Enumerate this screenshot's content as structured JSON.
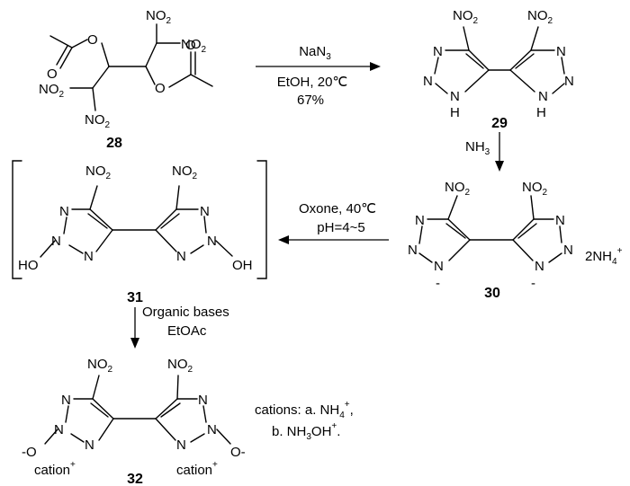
{
  "compounds": {
    "c28": {
      "number": "28"
    },
    "c29": {
      "number": "29"
    },
    "c30": {
      "number": "30",
      "counter_ion": "2NH",
      "counter_sub": "4",
      "counter_sup": "+"
    },
    "c31": {
      "number": "31"
    },
    "c32": {
      "number": "32"
    }
  },
  "atoms": {
    "no2": "NO",
    "no2_sub": "2",
    "n": "N",
    "nh": "N",
    "h": "H",
    "ho": "HO",
    "oh": "OH",
    "o": "O",
    "o_minus_left": "-O",
    "o_minus_right": "O-",
    "minus": "-",
    "cation": "cation",
    "cation_sup": "+"
  },
  "reactions": {
    "r1": {
      "reagent_main": "NaN",
      "reagent_sub": "3",
      "conditions": "EtOH, 20℃",
      "yield": "67%"
    },
    "r2": {
      "reagent_main": "NH",
      "reagent_sub": "3"
    },
    "r3": {
      "reagent": "Oxone, 40℃",
      "conditions": "pH=4~5"
    },
    "r4": {
      "reagent": "Organic bases",
      "solvent": "EtOAc"
    }
  },
  "cations_note": {
    "line1_main": "cations: a. NH",
    "line1_sub": "4",
    "line1_sup": "+",
    "line1_tail": ",",
    "line2_main": "b. NH",
    "line2_sub": "3",
    "line2_mid": "OH",
    "line2_sup": "+",
    "line2_tail": "."
  }
}
